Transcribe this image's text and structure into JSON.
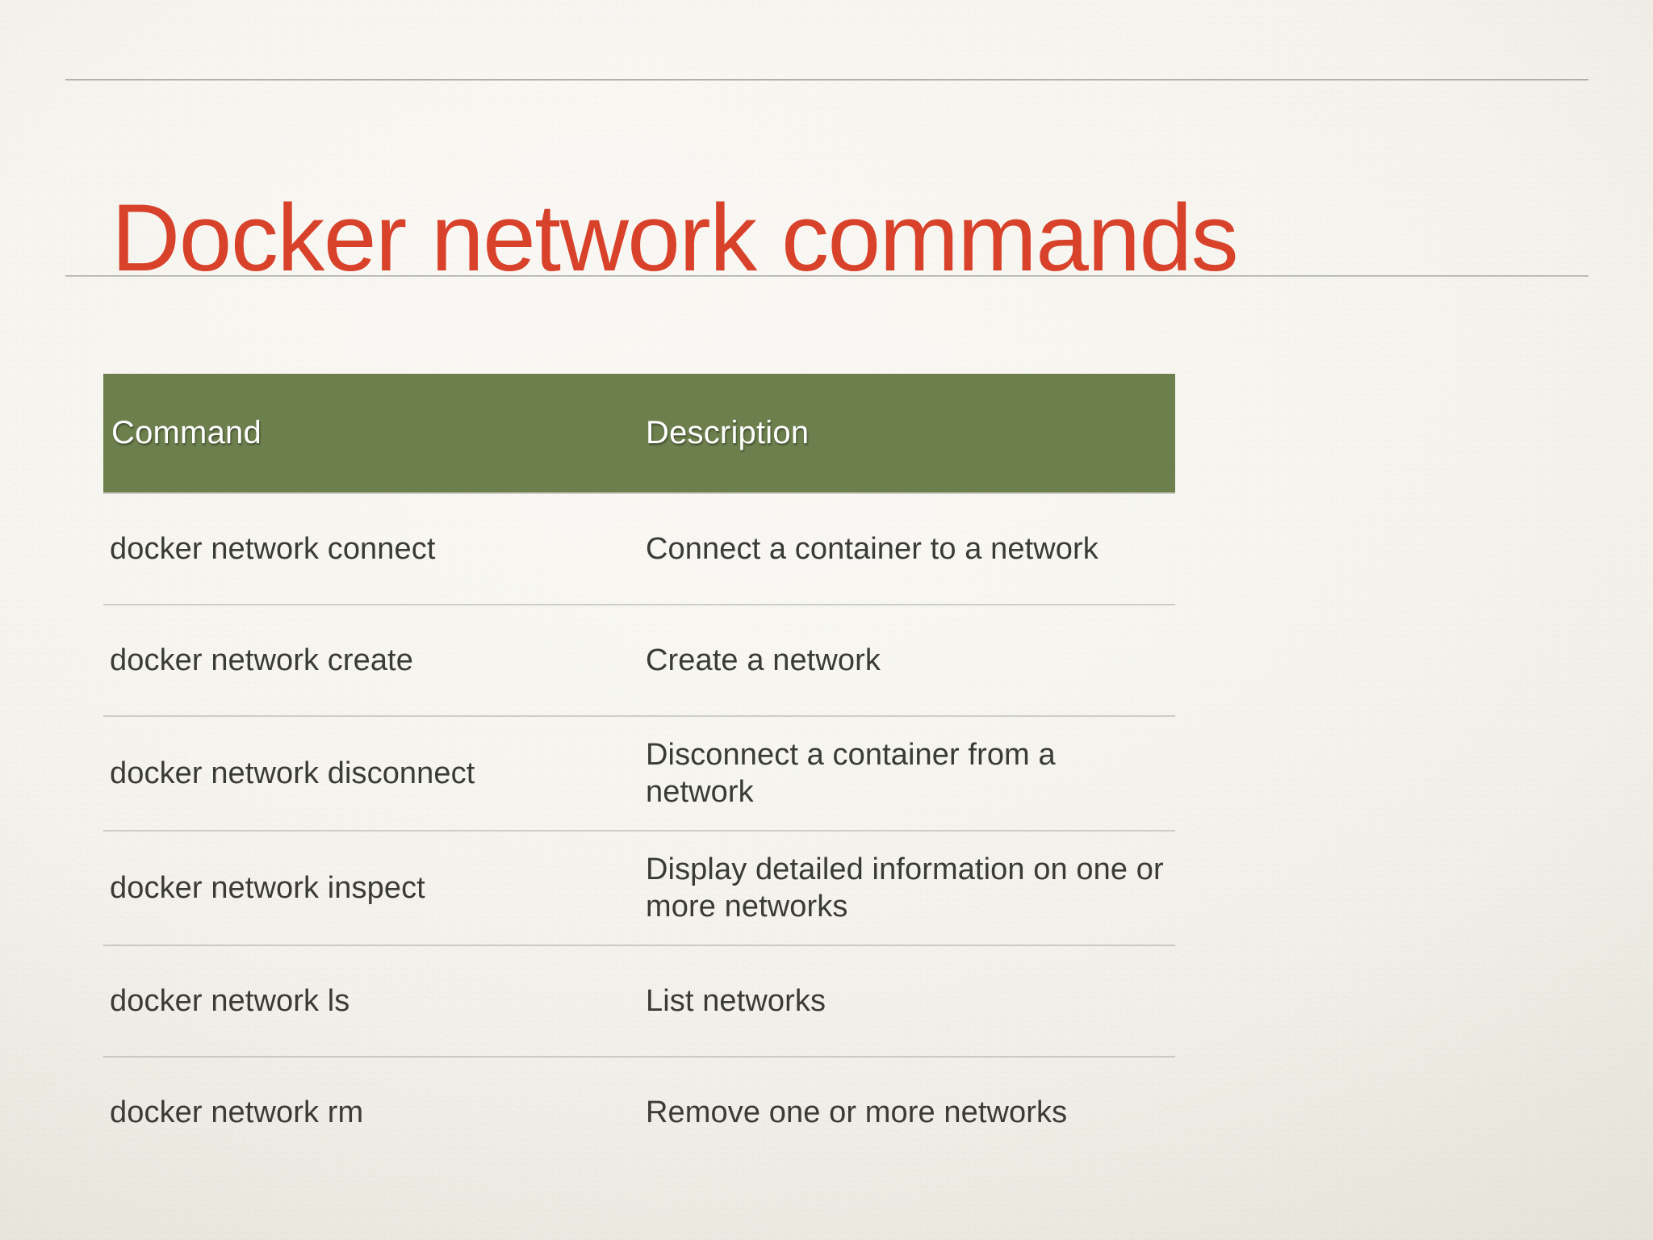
{
  "slide": {
    "title": "Docker network commands",
    "title_color": "#D8422A",
    "background_color": "#F7F5EF",
    "rule_color": "#ADADA9"
  },
  "table": {
    "header_background": "#6C7F4C",
    "header_text_color": "#FFFFFF",
    "body_text_color": "#3A3A36",
    "columns": [
      {
        "key": "command",
        "label": "Command"
      },
      {
        "key": "description",
        "label": "Description"
      }
    ],
    "rows": [
      {
        "command": "docker network connect",
        "description": "Connect a container to a network"
      },
      {
        "command": "docker network create",
        "description": "Create a network"
      },
      {
        "command": "docker network disconnect",
        "description": "Disconnect a container from a network"
      },
      {
        "command": "docker network inspect",
        "description": "Display detailed information on one or more networks"
      },
      {
        "command": "docker network ls",
        "description": "List networks"
      },
      {
        "command": "docker network rm",
        "description": "Remove one or more networks"
      }
    ]
  }
}
